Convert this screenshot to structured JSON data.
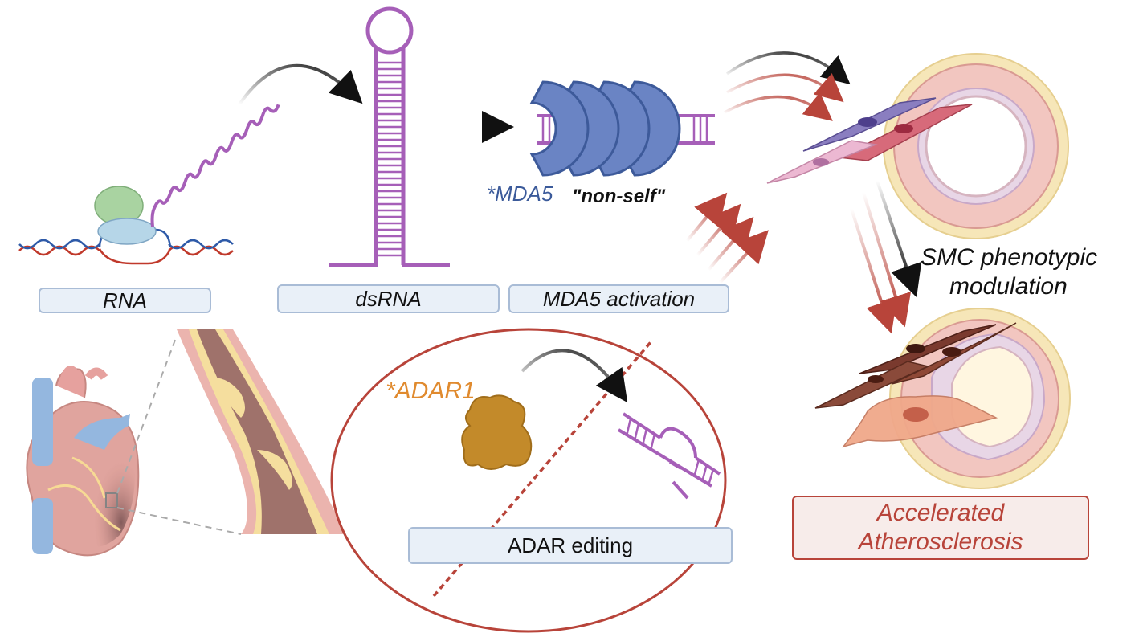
{
  "labels": {
    "rna": "RNA",
    "dsrna": "dsRNA",
    "mda5_activation": "MDA5 activation",
    "adar_editing": "ADAR editing",
    "accelerated_line1": "Accelerated",
    "accelerated_line2": "Atherosclerosis",
    "smc_line1": "SMC phenotypic",
    "smc_line2": "modulation",
    "mda5_star": "*MDA5",
    "non_self": "\"non-self\"",
    "adar1_star": "*ADAR1"
  },
  "colors": {
    "purple": "#a65fb8",
    "mda5_blue": "#5f78b8",
    "adar_orange": "#e08a2e",
    "red_arrow": "#b8443a",
    "vessel_pink": "#f2c6c0",
    "vessel_yellow": "#f6e6b8"
  }
}
